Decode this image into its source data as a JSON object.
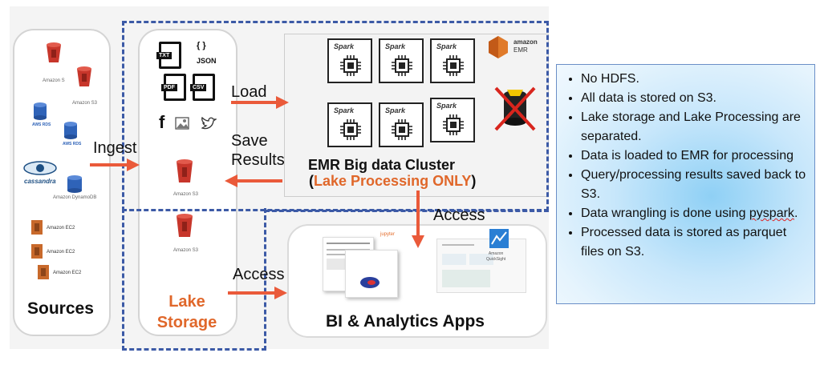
{
  "sources": {
    "title": "Sources",
    "items": [
      {
        "icon": "amazon-s3-icon",
        "label": "Amazon S"
      },
      {
        "icon": "amazon-s3-icon",
        "label": "Amazon S3"
      },
      {
        "icon": "aws-rds-icon",
        "label": "AWS RDS"
      },
      {
        "icon": "aws-rds-icon",
        "label": "AWS RDS"
      },
      {
        "icon": "cassandra-logo",
        "label": "cassandra"
      },
      {
        "icon": "dynamodb-icon",
        "label": "Amazon DynamoDB"
      },
      {
        "icon": "ec2-icon",
        "label": "Amazon EC2"
      },
      {
        "icon": "ec2-icon",
        "label": "Amazon EC2"
      },
      {
        "icon": "ec2-icon",
        "label": "Amazon EC2"
      }
    ]
  },
  "lake_storage": {
    "title_line1": "Lake",
    "title_line2": "Storage",
    "title_color": "#e0672a",
    "file_types": [
      "TXT",
      "JSON",
      "PDF",
      "CSV"
    ],
    "s3_labels": [
      "Amazon S3",
      "Amazon S3"
    ]
  },
  "arrows": {
    "ingest": "Ingest",
    "load": "Load",
    "save_line1": "Save",
    "save_line2": "Results",
    "access_emr": "Access",
    "access_bi": "Access",
    "color": "#ea5a3a"
  },
  "emr": {
    "title": "EMR Big data Cluster",
    "subtitle_open": "(",
    "subtitle_main": "Lake Processing ONLY",
    "subtitle_close": ")",
    "subtitle_color": "#e0672a",
    "node_label": "Spark",
    "logo_line1": "amazon",
    "logo_line2": "EMR"
  },
  "bi": {
    "title": "BI & Analytics Apps",
    "jupyter_label": "jupyter",
    "quicksight_line1": "Amazon",
    "quicksight_line2": "QuickSight"
  },
  "notes": [
    {
      "text": "No HDFS."
    },
    {
      "text": "All data is stored on S3."
    },
    {
      "text": "Lake storage and Lake Processing are separated."
    },
    {
      "text": "Data is loaded to EMR for processing"
    },
    {
      "text": "Query/processing results saved back to S3."
    },
    {
      "text": "Data wrangling is done using ",
      "tail": "pyspark",
      "end": "."
    },
    {
      "text": "Processed data is stored as parquet files on S3."
    }
  ],
  "colors": {
    "dashed_border": "#3c5aa6",
    "s3_red": "#c7362b",
    "ec2_orange": "#c8692b",
    "rds_blue": "#2f63b8"
  }
}
